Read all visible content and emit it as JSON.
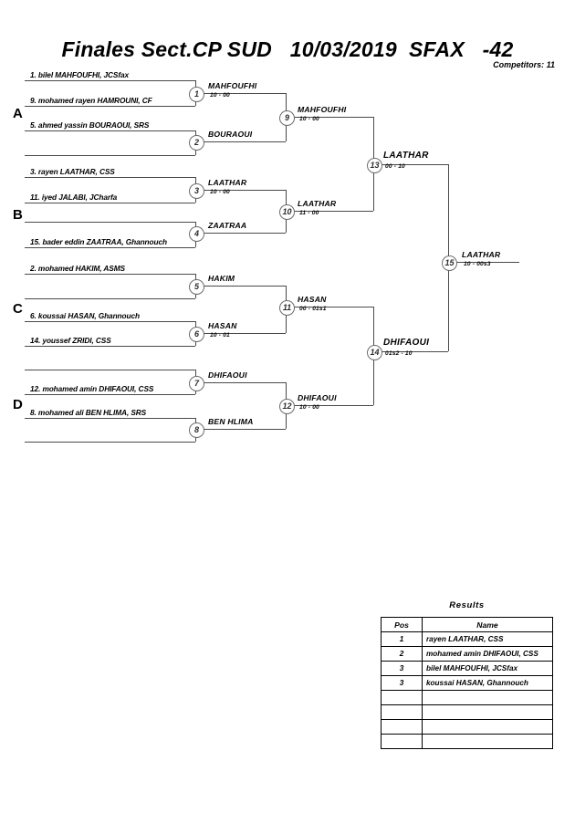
{
  "header": {
    "title": "Finales Sect.CP SUD   10/03/2019  SFAX   -42",
    "competitors": "Competitors: 11"
  },
  "sections": [
    {
      "label": "A"
    },
    {
      "label": "B"
    },
    {
      "label": "C"
    },
    {
      "label": "D"
    }
  ],
  "players": [
    {
      "label": "1. bilel MAHFOUFHI, JCSfax"
    },
    {
      "label": "9. mohamed rayen HAMROUNI, CF"
    },
    {
      "label": "5. ahmed yassin BOURAOUI, SRS"
    },
    {
      "label": ""
    },
    {
      "label": "3. rayen LAATHAR, CSS"
    },
    {
      "label": "11. iyed JALABI, JCharfa"
    },
    {
      "label": ""
    },
    {
      "label": "15. bader eddin ZAATRAA, Ghannouch"
    },
    {
      "label": "2. mohamed HAKIM, ASMS"
    },
    {
      "label": ""
    },
    {
      "label": "6. koussai HASAN, Ghannouch"
    },
    {
      "label": "14. youssef ZRIDI, CSS"
    },
    {
      "label": ""
    },
    {
      "label": "12. mohamed amin DHIFAOUI, CSS"
    },
    {
      "label": "8. mohamed ali BEN HLIMA, SRS"
    },
    {
      "label": ""
    }
  ],
  "matches": [
    {
      "number": "1",
      "winner": "MAHFOUFHI",
      "score": "10 - 00"
    },
    {
      "number": "2",
      "winner": "BOURAOUI",
      "score": ""
    },
    {
      "number": "3",
      "winner": "LAATHAR",
      "score": "10 - 00"
    },
    {
      "number": "4",
      "winner": "ZAATRAA",
      "score": ""
    },
    {
      "number": "5",
      "winner": "HAKIM",
      "score": ""
    },
    {
      "number": "6",
      "winner": "HASAN",
      "score": "10 - 01"
    },
    {
      "number": "7",
      "winner": "DHIFAOUI",
      "score": ""
    },
    {
      "number": "8",
      "winner": "BEN HLIMA",
      "score": ""
    },
    {
      "number": "9",
      "winner": "MAHFOUFHI",
      "score": "10 - 00"
    },
    {
      "number": "10",
      "winner": "LAATHAR",
      "score": "11 - 00"
    },
    {
      "number": "11",
      "winner": "HASAN",
      "score": "00 - 01s1"
    },
    {
      "number": "12",
      "winner": "DHIFAOUI",
      "score": "10 - 00"
    },
    {
      "number": "13",
      "winner": "LAATHAR",
      "score": "00 - 10"
    },
    {
      "number": "14",
      "winner": "DHIFAOUI",
      "score": "01s2 - 10"
    },
    {
      "number": "15",
      "winner": "LAATHAR",
      "score": "10 - 00s3"
    }
  ],
  "results": {
    "title": "Results",
    "columns": [
      "Pos",
      "Name"
    ],
    "rows": [
      {
        "pos": "1",
        "name": "rayen LAATHAR, CSS"
      },
      {
        "pos": "2",
        "name": "mohamed amin DHIFAOUI, CSS"
      },
      {
        "pos": "3",
        "name": "bilel MAHFOUFHI, JCSfax"
      },
      {
        "pos": "3",
        "name": "koussai HASAN, Ghannouch"
      },
      {
        "pos": "",
        "name": ""
      },
      {
        "pos": "",
        "name": ""
      },
      {
        "pos": "",
        "name": ""
      },
      {
        "pos": "",
        "name": ""
      }
    ]
  }
}
